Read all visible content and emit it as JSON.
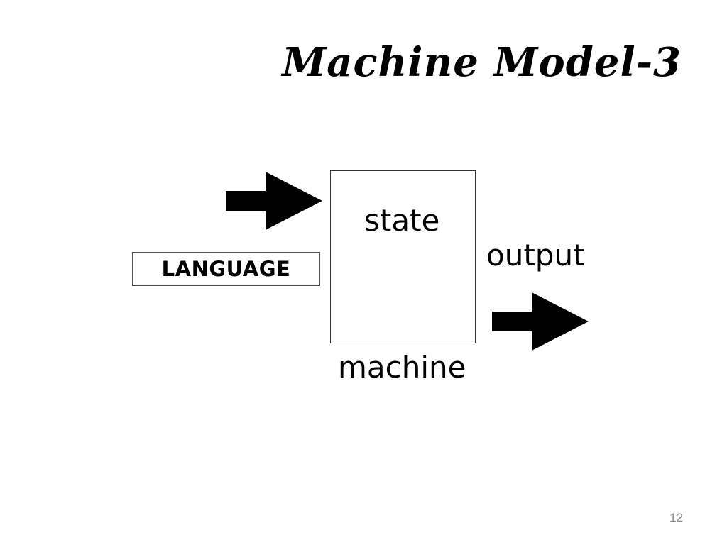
{
  "slide": {
    "title": "Machine Model-3",
    "page_number": "12"
  },
  "diagram": {
    "language_label": "LANGUAGE",
    "state_label": "state",
    "output_label": "output",
    "machine_label": "machine"
  }
}
